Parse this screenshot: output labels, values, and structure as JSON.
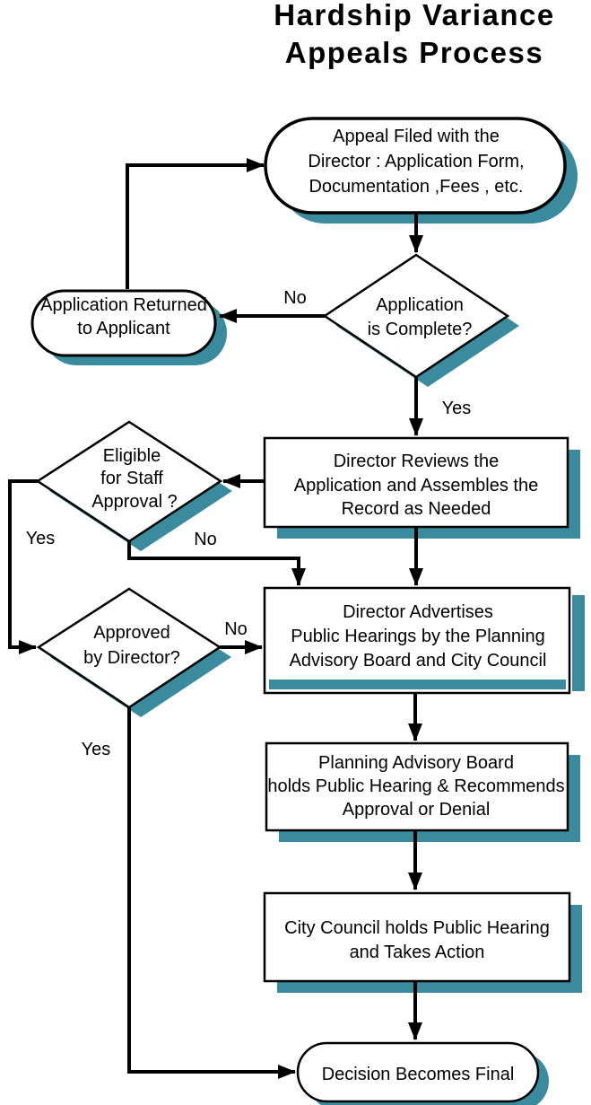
{
  "title": {
    "lines": [
      "Hardship Variance",
      "Appeals Process"
    ]
  },
  "colors": {
    "shadow": "#3a8b9e",
    "line": "#000000",
    "node_fill": "#ffffff",
    "text": "#000000"
  },
  "nodes": {
    "appeal_filed": {
      "shape": "terminator",
      "lines": [
        "Appeal Filed with the",
        "Director : Application Form,",
        "Documentation ,Fees , etc."
      ]
    },
    "application_complete": {
      "shape": "decision",
      "lines": [
        "Application",
        "is Complete?"
      ]
    },
    "application_returned": {
      "shape": "terminator",
      "lines": [
        "Application Returned",
        "to Applicant"
      ]
    },
    "director_reviews": {
      "shape": "process",
      "lines": [
        "Director Reviews the",
        "Application and Assembles the",
        "Record as Needed"
      ]
    },
    "eligible_staff_approval": {
      "shape": "decision",
      "lines": [
        "Eligible",
        "for Staff",
        "Approval ?"
      ]
    },
    "approved_by_director": {
      "shape": "decision",
      "lines": [
        "Approved",
        "by Director?"
      ]
    },
    "director_advertises": {
      "shape": "process",
      "lines": [
        "Director Advertises",
        "Public Hearings by the Planning",
        "Advisory Board and City Council"
      ]
    },
    "planning_advisory_board": {
      "shape": "process",
      "lines": [
        "Planning Advisory Board",
        "holds Public Hearing & Recommends",
        "Approval or Denial"
      ]
    },
    "city_council": {
      "shape": "process",
      "lines": [
        "City Council holds Public Hearing",
        "and Takes Action"
      ]
    },
    "decision_final": {
      "shape": "terminator",
      "lines": [
        "Decision Becomes Final"
      ]
    }
  },
  "edge_labels": {
    "application_complete_no": "No",
    "application_complete_yes": "Yes",
    "eligible_yes": "Yes",
    "eligible_no": "No",
    "approved_no": "No",
    "approved_yes": "Yes"
  }
}
